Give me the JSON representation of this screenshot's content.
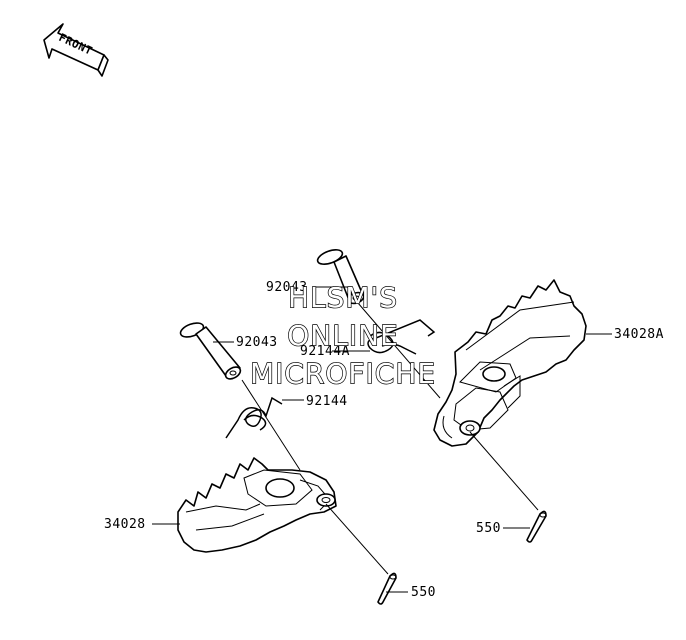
{
  "front_arrow": {
    "label": "FRONT"
  },
  "parts": [
    {
      "id": "pin-upper",
      "number": "92043"
    },
    {
      "id": "pin-left",
      "number": "92043"
    },
    {
      "id": "spring-right",
      "number": "92144A"
    },
    {
      "id": "spring-left",
      "number": "92144"
    },
    {
      "id": "footpeg-right",
      "number": "34028A"
    },
    {
      "id": "footpeg-left",
      "number": "34028"
    },
    {
      "id": "cotter-right",
      "number": "550"
    },
    {
      "id": "cotter-left",
      "number": "550"
    }
  ],
  "watermark": {
    "line1": "HLSM'S",
    "line2": "ONLINE",
    "line3": "MICROFICHE"
  }
}
